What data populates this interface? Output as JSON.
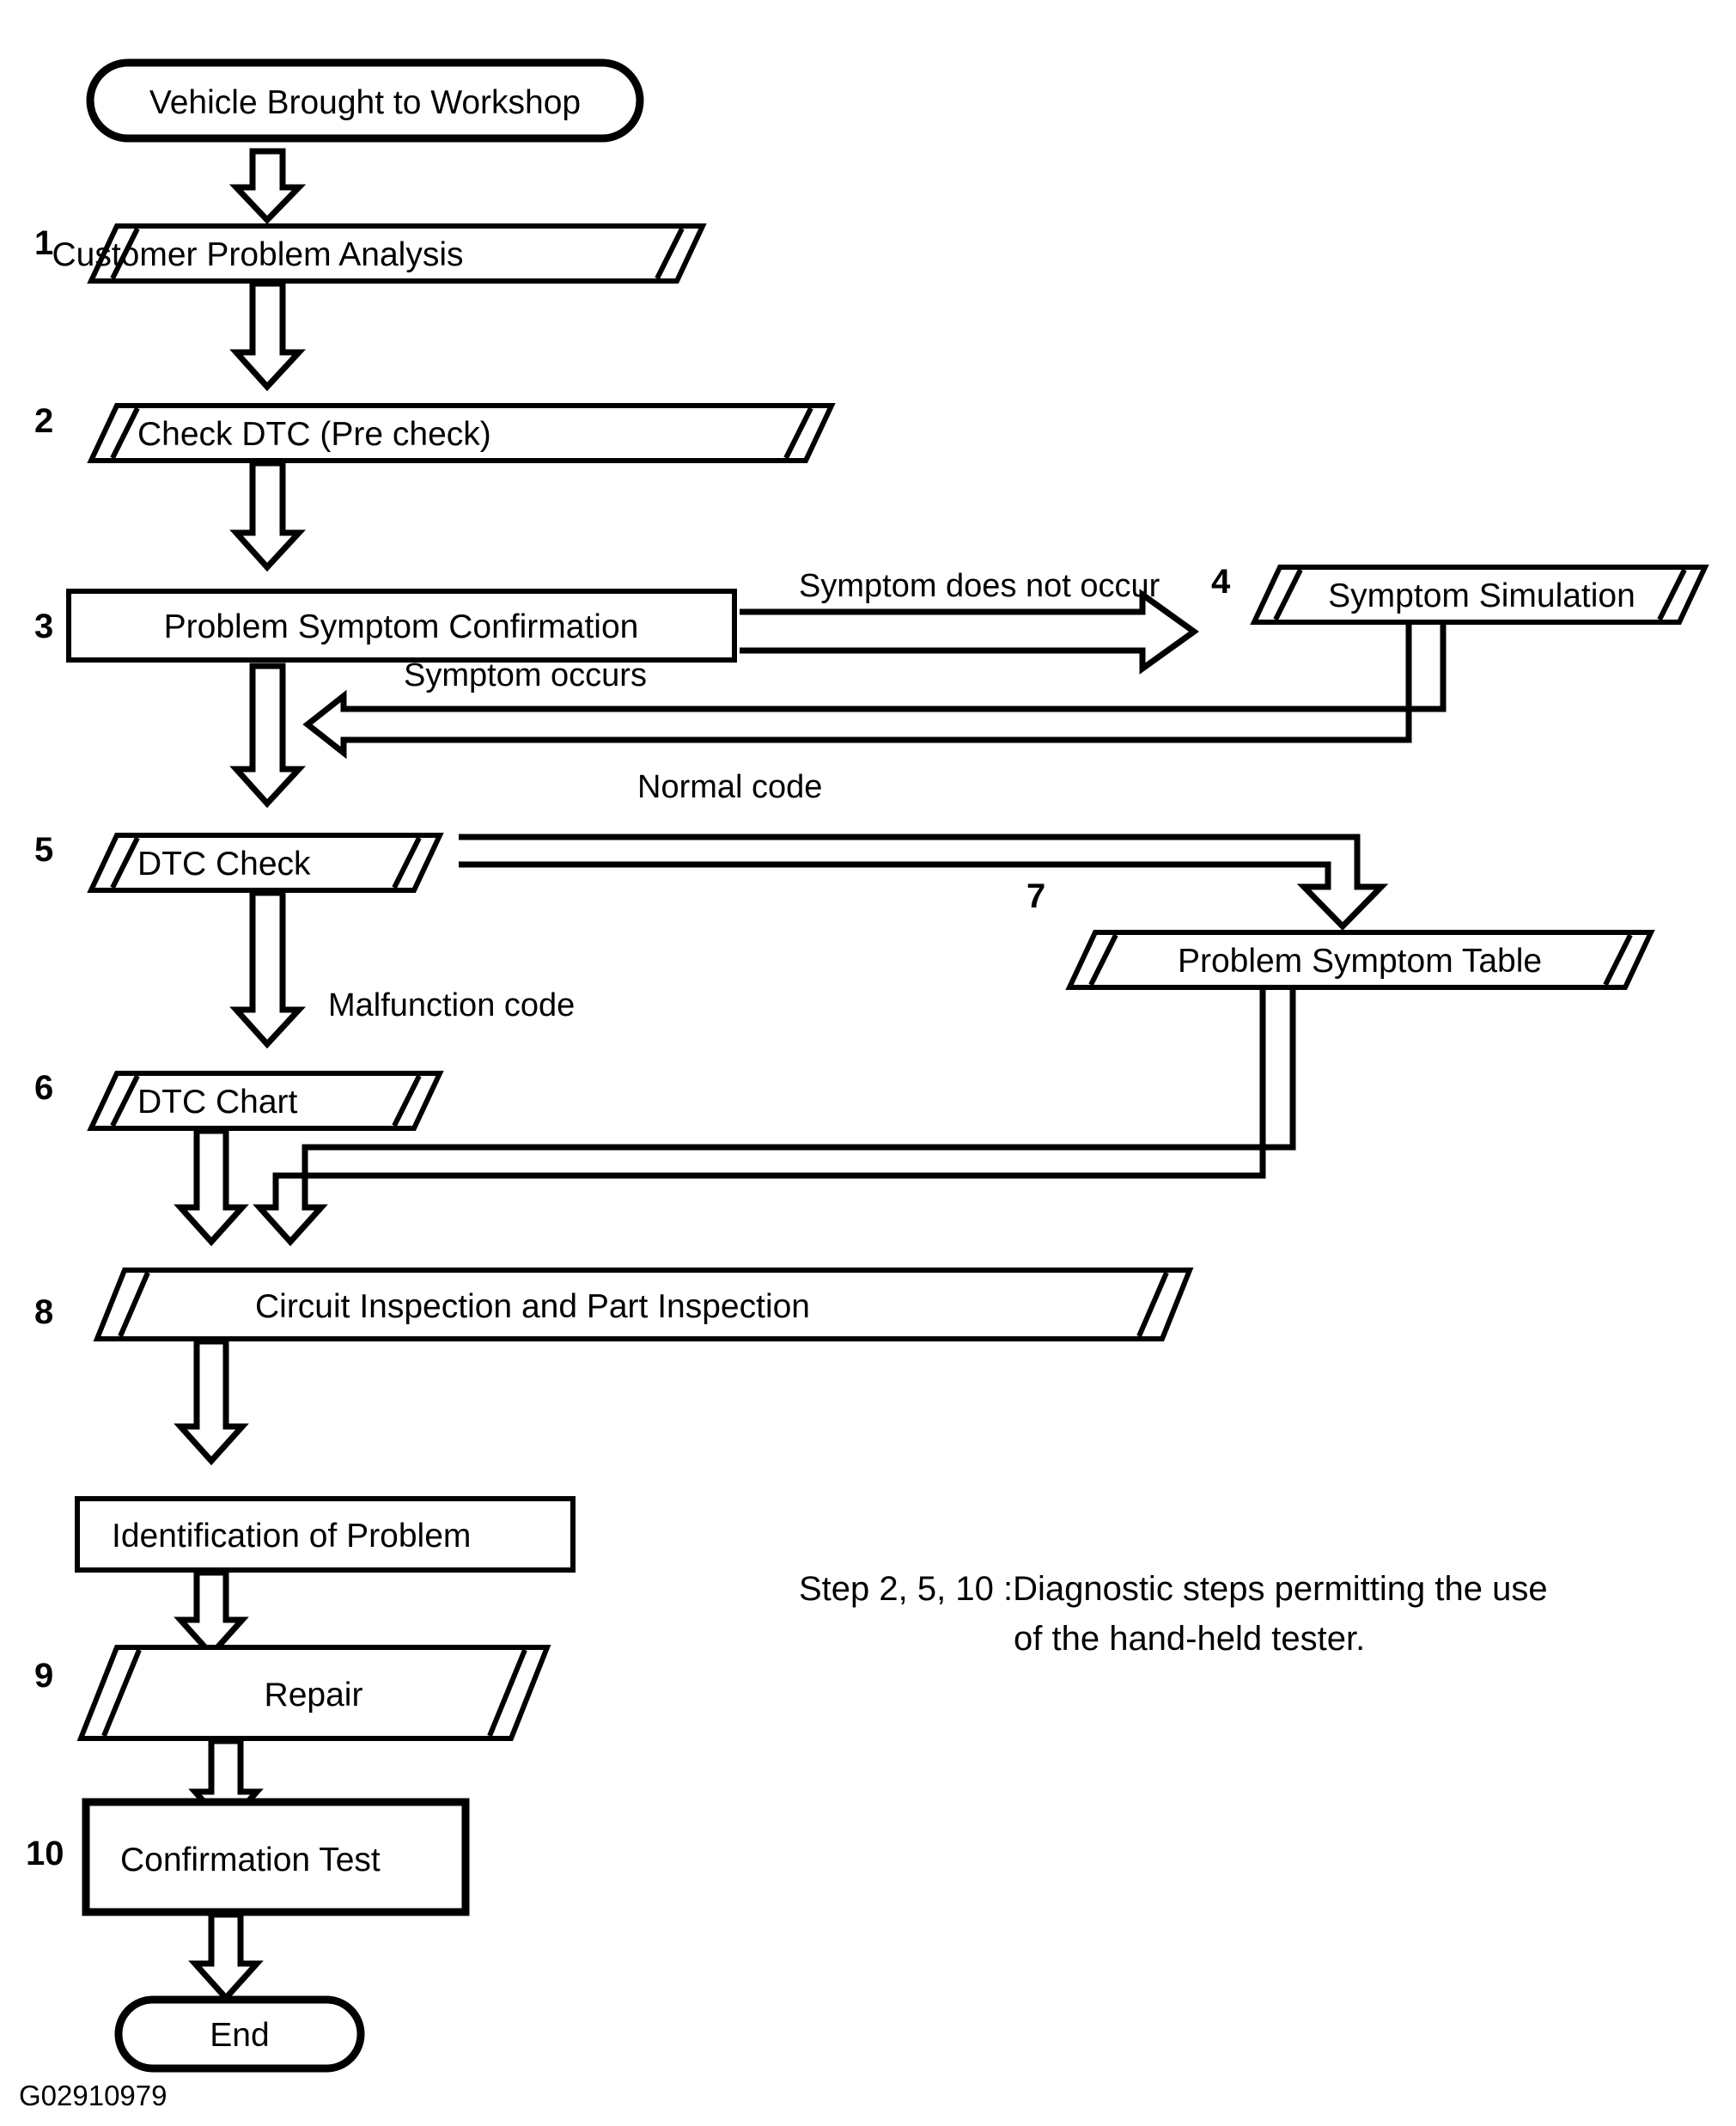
{
  "figure": {
    "code": "G02910979",
    "note_line1": "Step 2, 5, 10 :Diagnostic steps permitting the use",
    "note_line2": "of the hand-held tester."
  },
  "nodes": {
    "start": {
      "label": "Vehicle Brought to Workshop",
      "shape": "rounded-terminator",
      "step": ""
    },
    "n1": {
      "label": "Customer Problem Analysis",
      "shape": "parallelogram-double",
      "step": "1"
    },
    "n2": {
      "label": "Check DTC (Pre check)",
      "shape": "parallelogram-double",
      "step": "2"
    },
    "n3": {
      "label": "Problem Symptom Confirmation",
      "shape": "rectangle",
      "step": "3"
    },
    "n4": {
      "label": "Symptom Simulation",
      "shape": "parallelogram-double",
      "step": "4"
    },
    "n5": {
      "label": "DTC Check",
      "shape": "parallelogram-double",
      "step": "5"
    },
    "n6": {
      "label": "DTC Chart",
      "shape": "parallelogram-double",
      "step": "6"
    },
    "n7": {
      "label": "Problem Symptom Table",
      "shape": "parallelogram-double",
      "step": "7"
    },
    "n8": {
      "label": "Circuit Inspection and Part Inspection",
      "shape": "parallelogram-double",
      "step": "8"
    },
    "n_ident": {
      "label": "Identification of Problem",
      "shape": "rectangle",
      "step": ""
    },
    "n9": {
      "label": "Repair",
      "shape": "parallelogram-double",
      "step": "9"
    },
    "n10": {
      "label": "Confirmation Test",
      "shape": "rectangle",
      "step": "10"
    },
    "end": {
      "label": "End",
      "shape": "rounded-terminator",
      "step": ""
    }
  },
  "edges": {
    "symptom_not_occur": "Symptom does not occur",
    "symptom_occurs": "Symptom occurs",
    "normal_code": "Normal code",
    "malfunction_code": "Malfunction code"
  },
  "colors": {
    "stroke": "#000000",
    "fill": "#ffffff",
    "background": "#ffffff"
  }
}
